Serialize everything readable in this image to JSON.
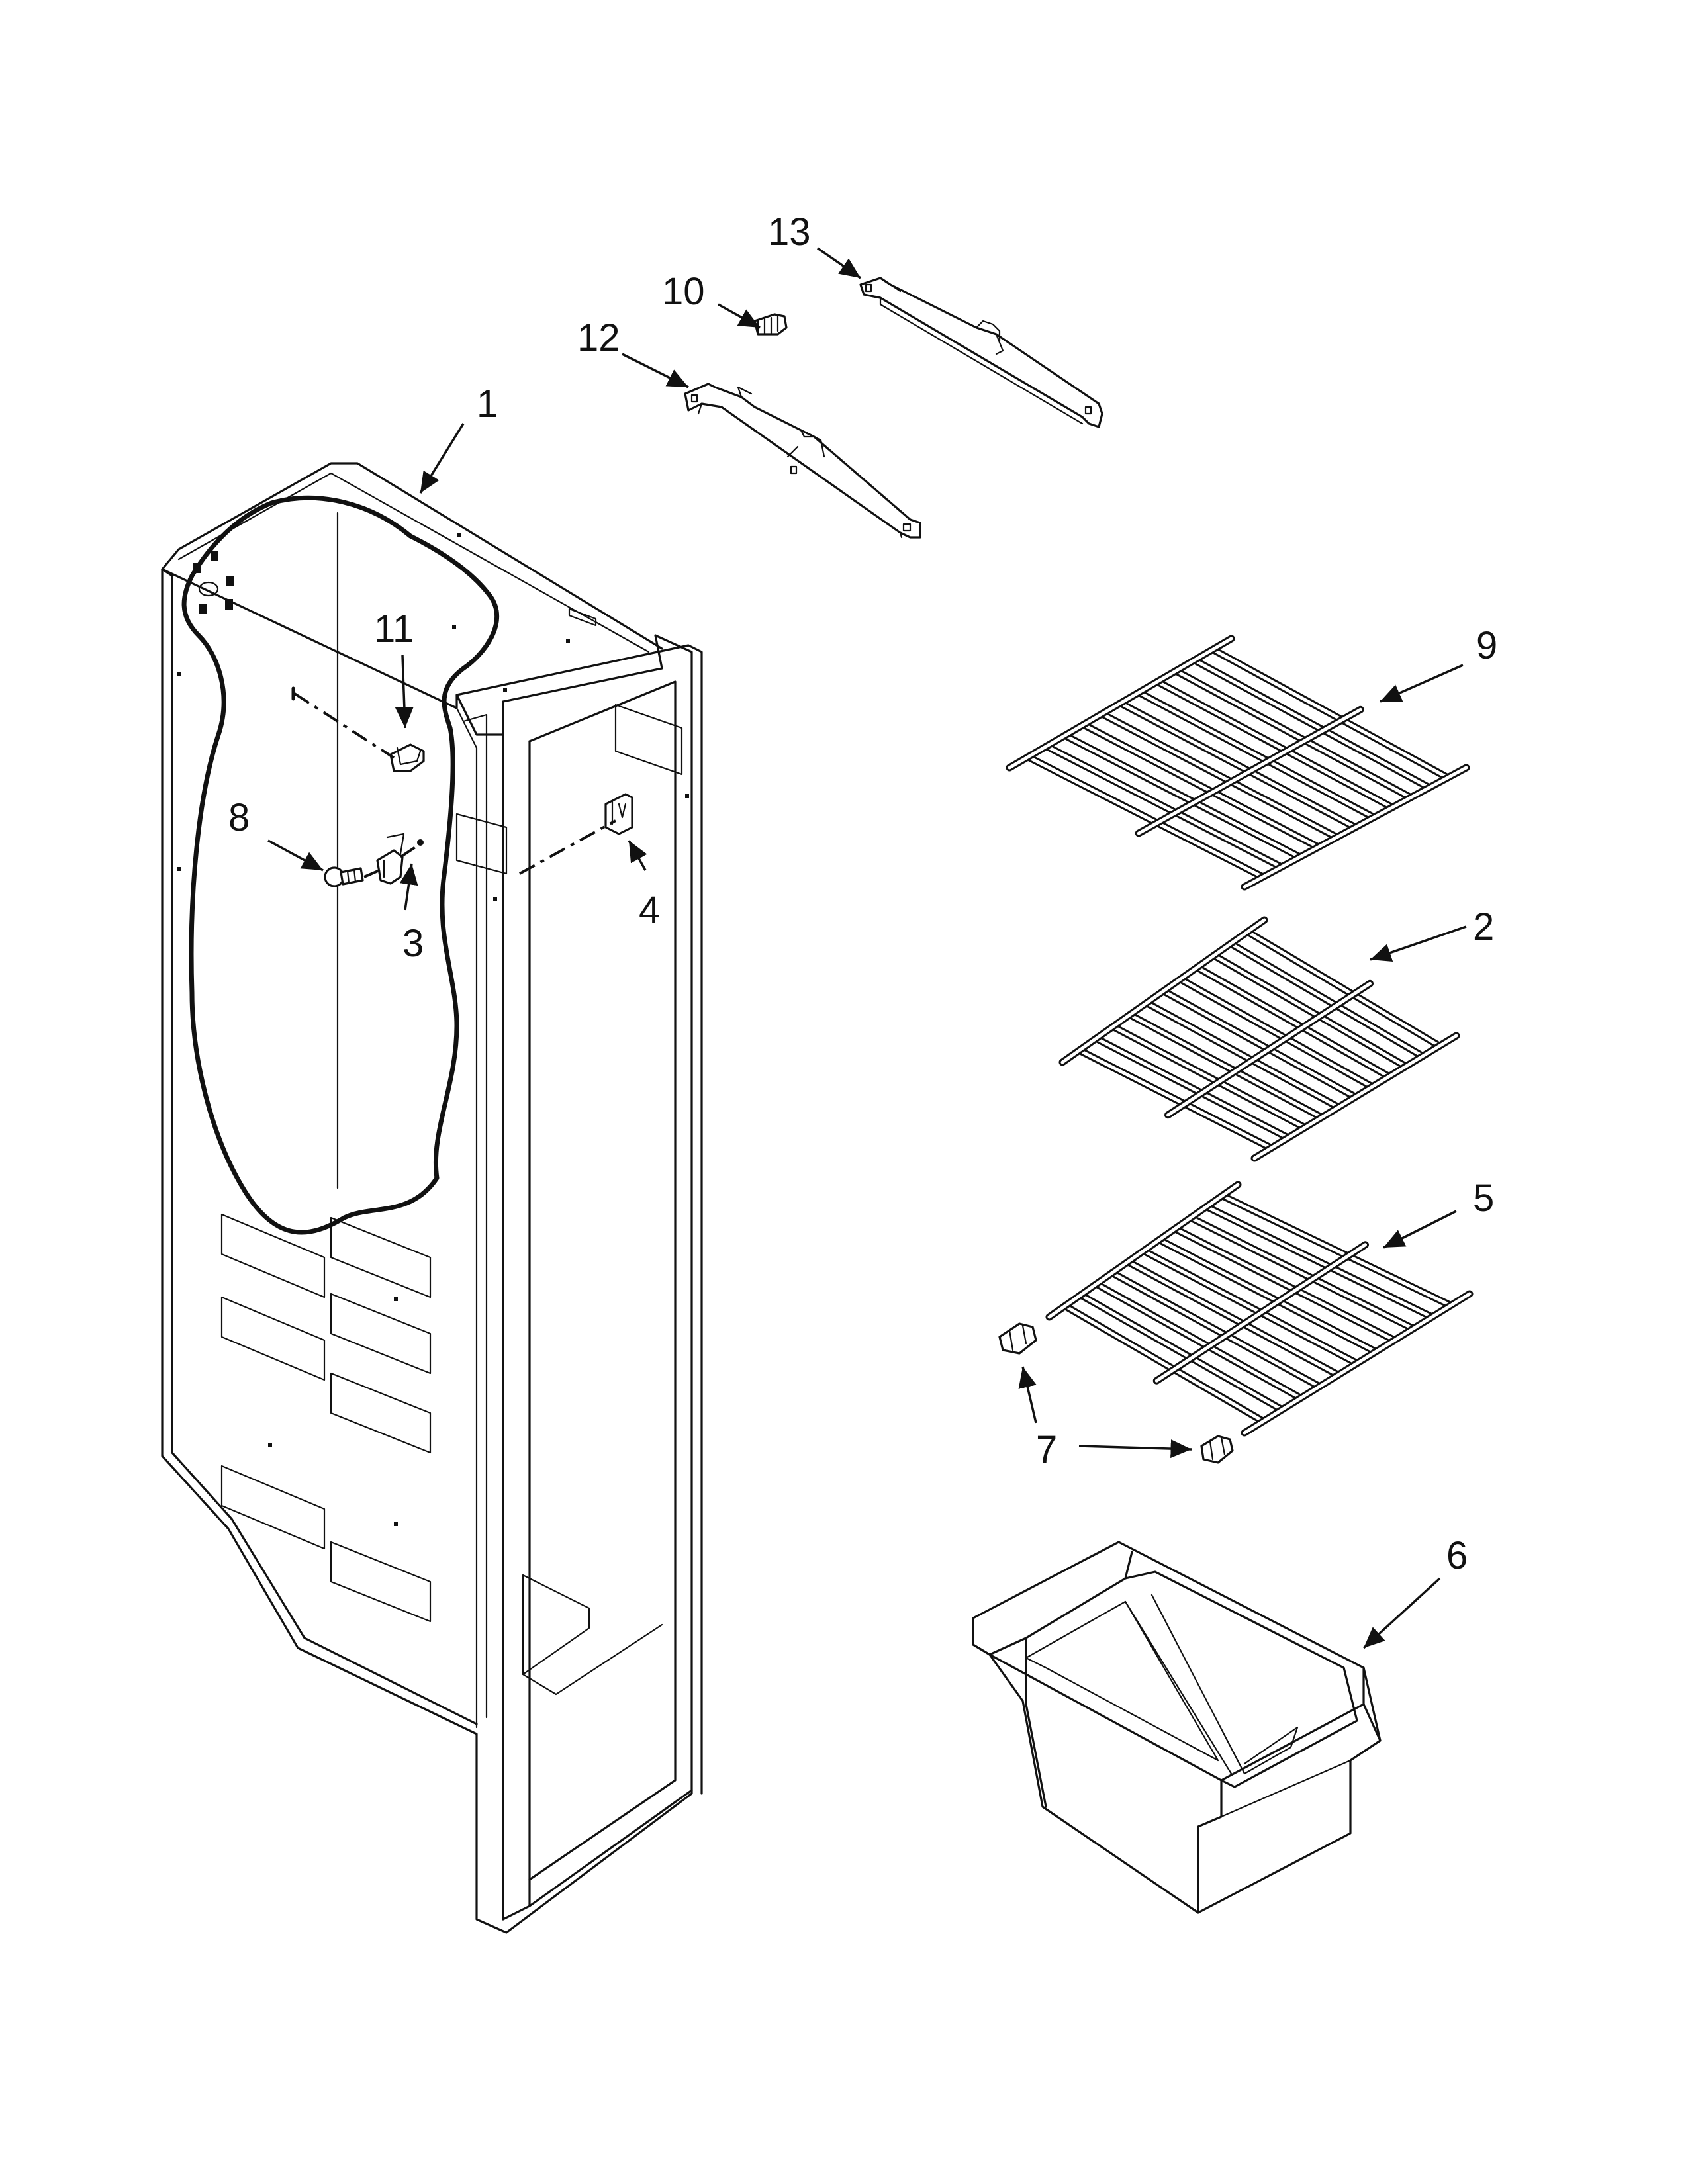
{
  "callouts": {
    "c1": "1",
    "c2": "2",
    "c3": "3",
    "c4": "4",
    "c5": "5",
    "c6": "6",
    "c7": "7",
    "c8": "8",
    "c9": "9",
    "c10": "10",
    "c11": "11",
    "c12": "12",
    "c13": "13"
  },
  "parts": {
    "liner": "refrigerator-liner",
    "shelf_9": "wire-shelf",
    "shelf_2": "wire-shelf",
    "shelf_5": "wire-shelf",
    "bin": "storage-bin",
    "rail_12": "shelf-rail",
    "rail_13": "shelf-rail",
    "screw_10": "screw",
    "screw_8": "screw",
    "bracket_3": "bracket",
    "bracket_4": "bracket",
    "bracket_11": "bracket",
    "stud_7": "shelf-stud"
  }
}
